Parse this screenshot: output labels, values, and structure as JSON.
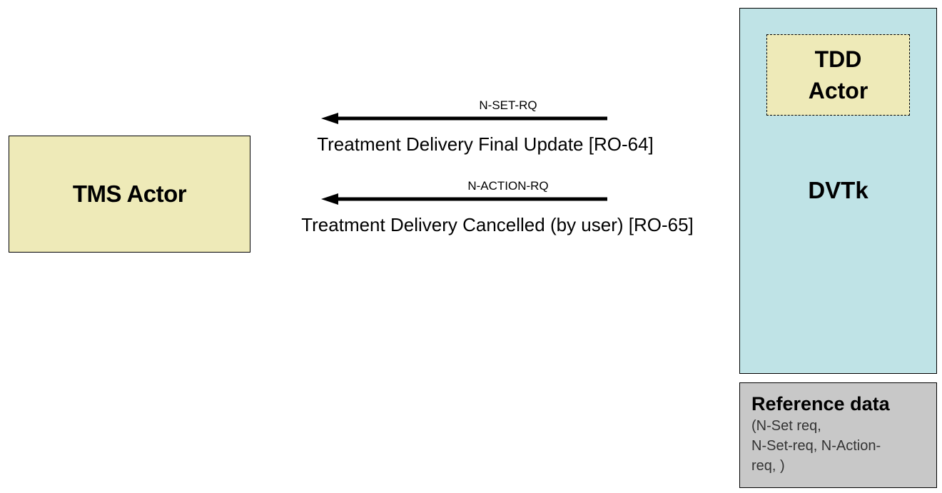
{
  "actors": {
    "tms": "TMS Actor",
    "tdd_line1": "TDD",
    "tdd_line2": "Actor",
    "dvtk": "DVTk"
  },
  "messages": [
    {
      "primitive": "N-SET-RQ",
      "transaction": "Treatment Delivery Final Update [RO-64]",
      "direction": "right-to-left"
    },
    {
      "primitive": "N-ACTION-RQ",
      "transaction": "Treatment Delivery Cancelled (by user) [RO-65]",
      "direction": "right-to-left"
    }
  ],
  "reference": {
    "title": "Reference data",
    "line1": "(N-Set req,",
    "line2": "N-Set-req, N-Action-",
    "line3": "req, )"
  },
  "colors": {
    "actor_fill": "#eeeab8",
    "dvtk_fill": "#bfe3e6",
    "reference_fill": "#c8c8c8"
  }
}
